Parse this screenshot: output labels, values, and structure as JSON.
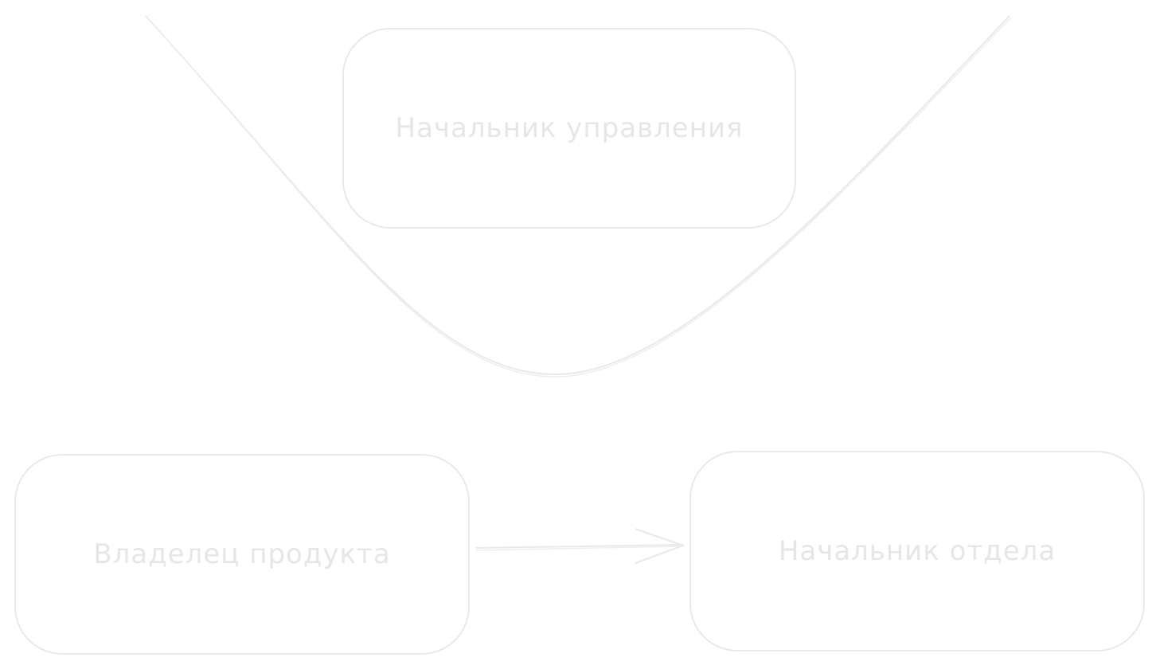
{
  "nodes": {
    "head_of_management": "Начальник управления",
    "product_owner": "Владелец продукта",
    "head_of_department": "Начальник отдела"
  },
  "colors": {
    "stroke": "#e9e9e9",
    "text": "#e6e6e6"
  }
}
